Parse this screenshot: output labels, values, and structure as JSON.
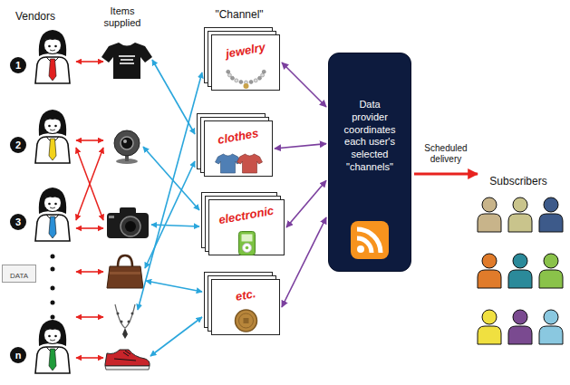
{
  "diagram": {
    "nodes": [
      {
        "text": [
          "jewelry"
        ]
      },
      {
        "text": [
          "clothes"
        ]
      },
      {
        "text": [
          "electronic"
        ]
      },
      {
        "text": [
          "etc."
        ]
      },
      {
        "text": [
          "Data provider coordinates each user's selected \"channels\""
        ]
      },
      {
        "text": [
          "DATA"
        ]
      }
    ],
    "edges": [
      {
        "from": 0,
        "to": 4,
        "arrow": "both"
      },
      {
        "from": 1,
        "to": 4,
        "arrow": "both"
      },
      {
        "from": 2,
        "to": 4,
        "arrow": "both"
      },
      {
        "from": 3,
        "to": 4,
        "arrow": "both"
      }
    ],
    "labels": [
      "Vendors",
      "Items supplied",
      "\"Channel\"",
      "1",
      "2",
      "3",
      "n",
      "Scheduled delivery",
      "Subscribers"
    ]
  }
}
